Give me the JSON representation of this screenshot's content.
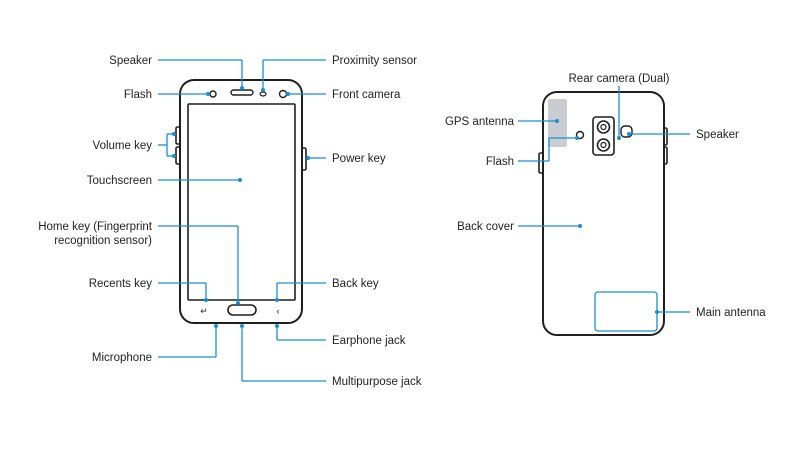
{
  "colors": {
    "leader": "#1a8fd0",
    "outline": "#1f1f1f",
    "antenna_fill": "#c9cdd1",
    "antenna_border": "#1a8fd0",
    "text": "#222222"
  },
  "front_labels": {
    "speaker": "Speaker",
    "proximity_sensor": "Proximity sensor",
    "flash": "Flash",
    "front_camera": "Front camera",
    "volume_key": "Volume key",
    "power_key": "Power key",
    "touchscreen": "Touchscreen",
    "home_key_line1": "Home key (Fingerprint",
    "home_key_line2": "recognition sensor)",
    "recents_key": "Recents key",
    "back_key": "Back key",
    "microphone": "Microphone",
    "earphone_jack": "Earphone jack",
    "multipurpose_jack": "Multipurpose jack"
  },
  "back_labels": {
    "rear_camera": "Rear camera (Dual)",
    "gps_antenna": "GPS antenna",
    "speaker": "Speaker",
    "flash": "Flash",
    "back_cover": "Back cover",
    "main_antenna": "Main antenna"
  }
}
